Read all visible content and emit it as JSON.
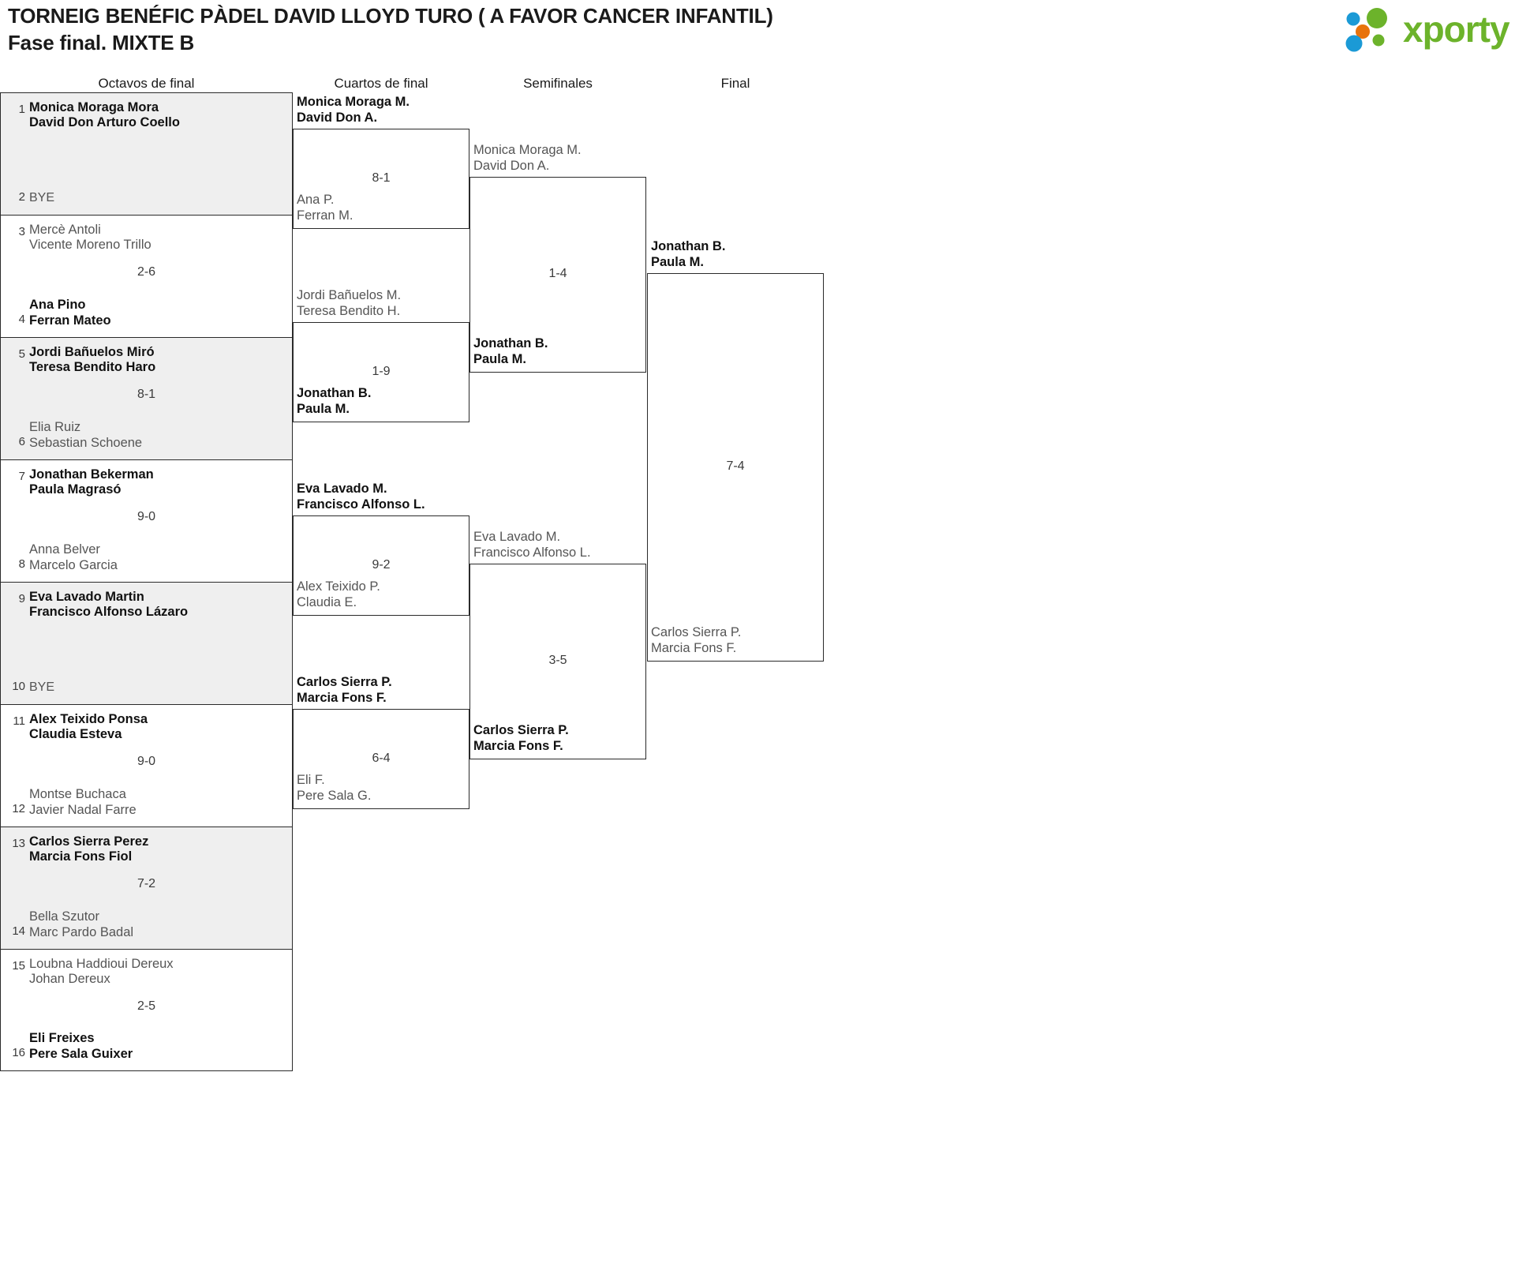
{
  "header": {
    "title_line1": "TORNEIG BENÉFIC PÀDEL DAVID LLOYD TURO ( A FAVOR CANCER INFANTIL)",
    "title_line2": "Fase final. MIXTE B",
    "logo_text": "xporty",
    "logo_colors": {
      "green": "#6cb32b",
      "blue": "#1b9ad6",
      "orange": "#e8730c"
    }
  },
  "rounds": [
    {
      "label": "Octavos de final"
    },
    {
      "label": "Cuartos de final"
    },
    {
      "label": "Semifinales"
    },
    {
      "label": "Final"
    }
  ],
  "bye_label": "BYE",
  "round1": [
    {
      "seed": "1",
      "p1": "Monica Moraga Mora",
      "p2": "David Don Arturo Coello",
      "result": "winner"
    },
    {
      "seed": "2",
      "bye": true,
      "result": "loser"
    },
    {
      "seed": "3",
      "p1": "Mercè Antoli",
      "p2": "Vicente Moreno Trillo",
      "result": "loser"
    },
    {
      "seed": "4",
      "p1": "Ana Pino",
      "p2": "Ferran Mateo",
      "result": "winner"
    },
    {
      "seed": "5",
      "p1": "Jordi Bañuelos Miró",
      "p2": "Teresa Bendito Haro",
      "result": "winner"
    },
    {
      "seed": "6",
      "p1": "Elia Ruiz",
      "p2": "Sebastian Schoene",
      "result": "loser"
    },
    {
      "seed": "7",
      "p1": "Jonathan Bekerman",
      "p2": "Paula Magrasó",
      "result": "winner"
    },
    {
      "seed": "8",
      "p1": "Anna Belver",
      "p2": "Marcelo Garcia",
      "result": "loser"
    },
    {
      "seed": "9",
      "p1": "Eva Lavado Martin",
      "p2": "Francisco Alfonso Lázaro",
      "result": "winner"
    },
    {
      "seed": "10",
      "bye": true,
      "result": "loser"
    },
    {
      "seed": "11",
      "p1": "Alex Teixido Ponsa",
      "p2": "Claudia Esteva",
      "result": "winner"
    },
    {
      "seed": "12",
      "p1": "Montse Buchaca",
      "p2": "Javier Nadal Farre",
      "result": "loser"
    },
    {
      "seed": "13",
      "p1": "Carlos Sierra Perez",
      "p2": "Marcia Fons Fiol",
      "result": "winner"
    },
    {
      "seed": "14",
      "p1": "Bella Szutor",
      "p2": "Marc Pardo Badal",
      "result": "loser"
    },
    {
      "seed": "15",
      "p1": "Loubna Haddioui Dereux",
      "p2": "Johan Dereux",
      "result": "loser"
    },
    {
      "seed": "16",
      "p1": "Eli Freixes",
      "p2": "Pere Sala Guixer",
      "result": "winner"
    }
  ],
  "round1_scores": [
    "",
    "2-6",
    "8-1",
    "9-0",
    "",
    "9-0",
    "7-2",
    "2-5"
  ],
  "round2": [
    {
      "top": {
        "p1": "Monica Moraga M.",
        "p2": "David Don A.",
        "result": "winner"
      },
      "bottom": {
        "p1": "Ana P.",
        "p2": "Ferran M.",
        "result": "loser"
      },
      "score": "8-1"
    },
    {
      "top": {
        "p1": "Jordi Bañuelos M.",
        "p2": "Teresa Bendito H.",
        "result": "loser"
      },
      "bottom": {
        "p1": "Jonathan B.",
        "p2": "Paula M.",
        "result": "winner"
      },
      "score": "1-9"
    },
    {
      "top": {
        "p1": "Eva Lavado M.",
        "p2": "Francisco Alfonso L.",
        "result": "winner"
      },
      "bottom": {
        "p1": "Alex Teixido P.",
        "p2": "Claudia E.",
        "result": "loser"
      },
      "score": "9-2"
    },
    {
      "top": {
        "p1": "Carlos Sierra P.",
        "p2": "Marcia Fons F.",
        "result": "winner"
      },
      "bottom": {
        "p1": "Eli F.",
        "p2": "Pere Sala G.",
        "result": "loser"
      },
      "score": "6-4"
    }
  ],
  "round3": [
    {
      "top": {
        "p1": "Monica Moraga M.",
        "p2": "David Don A.",
        "result": "loser"
      },
      "bottom": {
        "p1": "Jonathan B.",
        "p2": "Paula M.",
        "result": "winner"
      },
      "score": "1-4"
    },
    {
      "top": {
        "p1": "Eva Lavado M.",
        "p2": "Francisco Alfonso L.",
        "result": "loser"
      },
      "bottom": {
        "p1": "Carlos Sierra P.",
        "p2": "Marcia Fons F.",
        "result": "winner"
      },
      "score": "3-5"
    }
  ],
  "round4": [
    {
      "top": {
        "p1": "Jonathan B.",
        "p2": "Paula M.",
        "result": "winner"
      },
      "bottom": {
        "p1": "Carlos Sierra P.",
        "p2": "Marcia Fons F.",
        "result": "loser"
      },
      "score": "7-4"
    }
  ]
}
